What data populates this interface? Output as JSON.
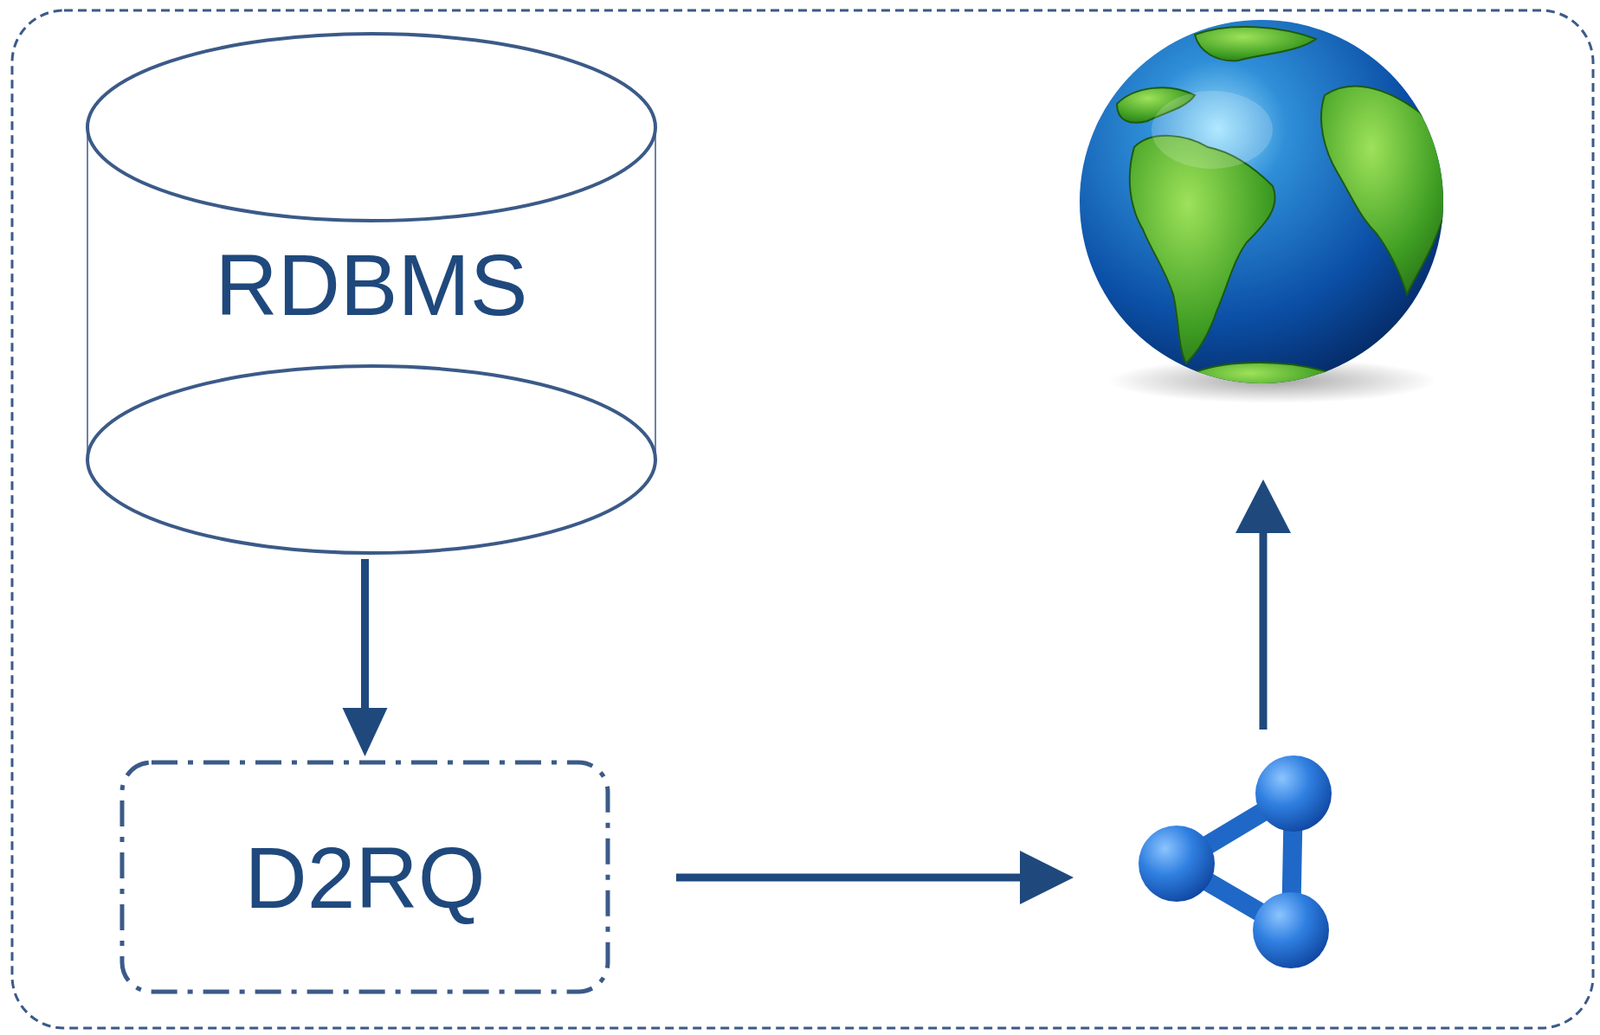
{
  "diagram": {
    "nodes": [
      {
        "text": [
          "RDBMS"
        ]
      },
      {
        "text": [
          "D2RQ"
        ]
      }
    ],
    "edges": [
      {
        "from": 0,
        "to": 1,
        "arrow": "to"
      }
    ]
  }
}
